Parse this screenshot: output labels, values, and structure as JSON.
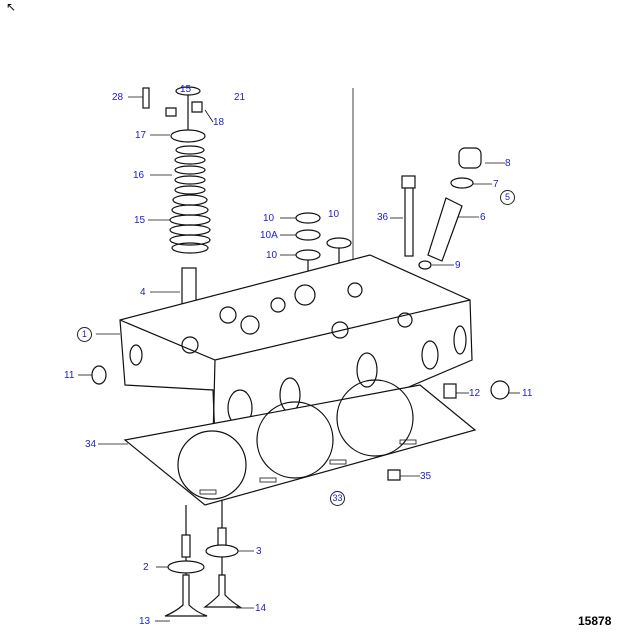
{
  "diagram": {
    "reference_number": "15878",
    "accent_color": "#2020d0",
    "labels": [
      {
        "id": "28",
        "text": "28"
      },
      {
        "id": "15a",
        "text": "15"
      },
      {
        "id": "21",
        "text": "21"
      },
      {
        "id": "18",
        "text": "18"
      },
      {
        "id": "17",
        "text": "17"
      },
      {
        "id": "16",
        "text": "16"
      },
      {
        "id": "15b",
        "text": "15"
      },
      {
        "id": "4",
        "text": "4"
      },
      {
        "id": "1",
        "text": "1"
      },
      {
        "id": "11a",
        "text": "11"
      },
      {
        "id": "34",
        "text": "34"
      },
      {
        "id": "2",
        "text": "2"
      },
      {
        "id": "3",
        "text": "3"
      },
      {
        "id": "13",
        "text": "13"
      },
      {
        "id": "14",
        "text": "14"
      },
      {
        "id": "10a",
        "text": "10"
      },
      {
        "id": "10A",
        "text": "10A"
      },
      {
        "id": "10b",
        "text": "10"
      },
      {
        "id": "10c",
        "text": "10"
      },
      {
        "id": "36",
        "text": "36"
      },
      {
        "id": "8",
        "text": "8"
      },
      {
        "id": "7",
        "text": "7"
      },
      {
        "id": "5",
        "text": "5"
      },
      {
        "id": "6",
        "text": "6"
      },
      {
        "id": "9",
        "text": "9"
      },
      {
        "id": "12",
        "text": "12"
      },
      {
        "id": "11b",
        "text": "11"
      },
      {
        "id": "35",
        "text": "35"
      },
      {
        "id": "33",
        "text": "33"
      }
    ]
  }
}
